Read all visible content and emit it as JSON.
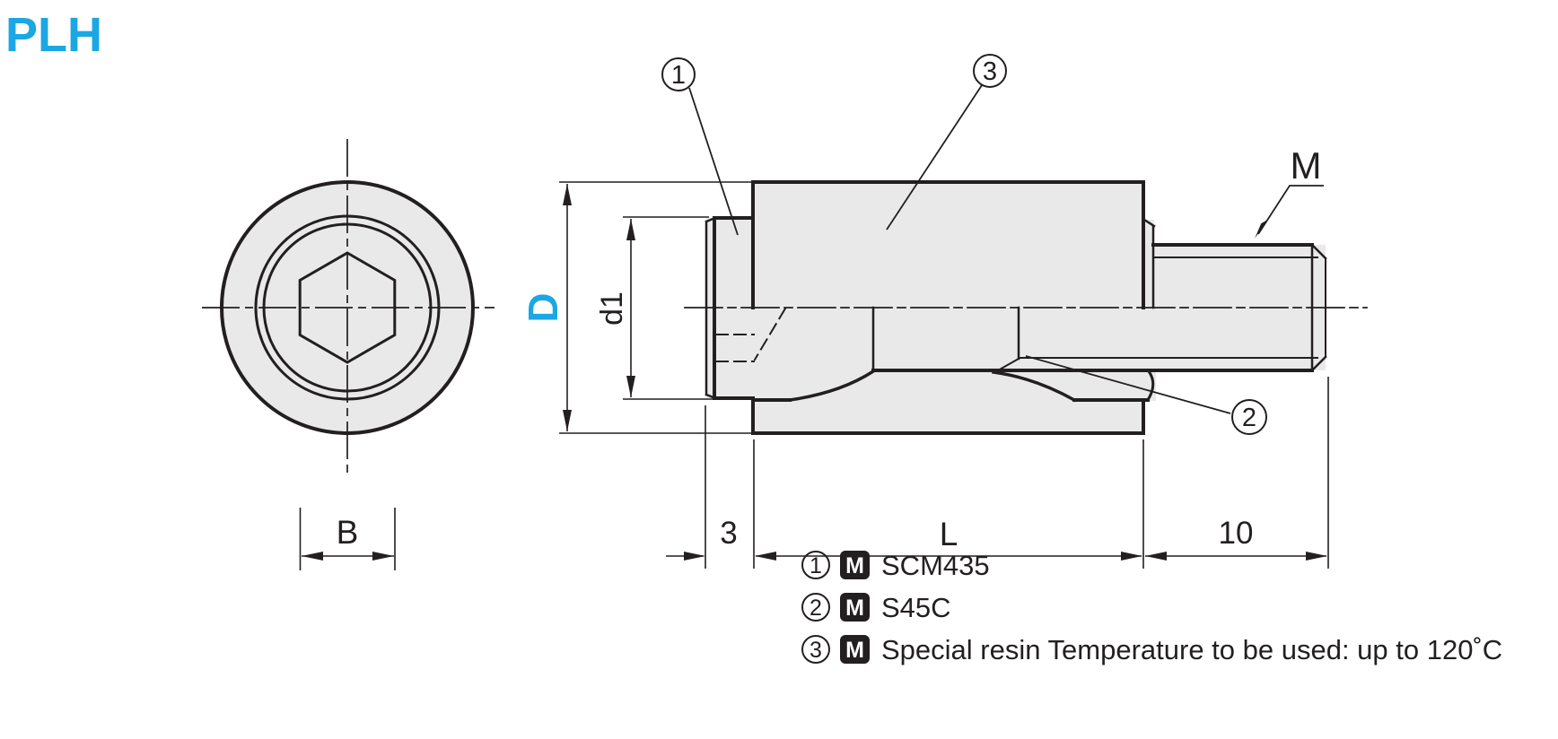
{
  "title": "PLH",
  "colors": {
    "accent": "#1BA7E3",
    "line": "#231F20",
    "fill": "#E9E9E9"
  },
  "front_view": {
    "dim_b": "B"
  },
  "side_view": {
    "dim_d": "D",
    "dim_d1": "d1",
    "dim_head": "3",
    "dim_body": "L",
    "dim_stud": "10",
    "thread_label": "M"
  },
  "balloons": {
    "b1": "1",
    "b2": "2",
    "b3": "3"
  },
  "legend": [
    {
      "num": "1",
      "badge": "M",
      "text": "SCM435"
    },
    {
      "num": "2",
      "badge": "M",
      "text": "S45C"
    },
    {
      "num": "3",
      "badge": "M",
      "text": "Special resin Temperature to be used: up to 120˚C"
    }
  ]
}
